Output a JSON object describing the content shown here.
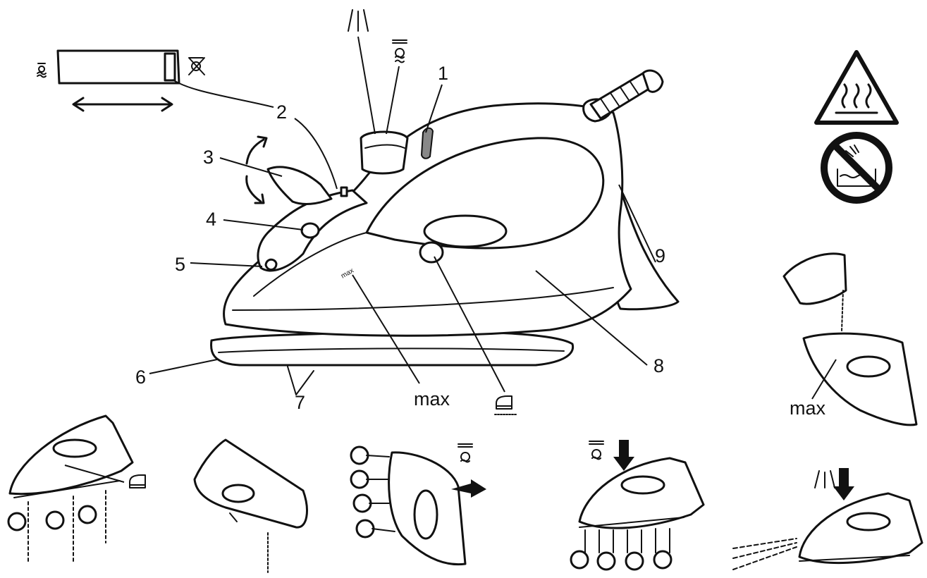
{
  "diagram": {
    "callouts": {
      "c1": "1",
      "c2": "2",
      "c3": "3",
      "c4": "4",
      "c5": "5",
      "c6": "6",
      "c7": "7",
      "c8": "8",
      "c9": "9"
    },
    "max_label": "max",
    "small_max_label": "max",
    "water_tank_max_label": "max"
  },
  "icons": [
    "steam-off-icon",
    "steam-on-icon",
    "steam-burst-icon",
    "spray-icon",
    "iron-icon",
    "hot-surface-warning-icon",
    "no-immersion-icon"
  ]
}
